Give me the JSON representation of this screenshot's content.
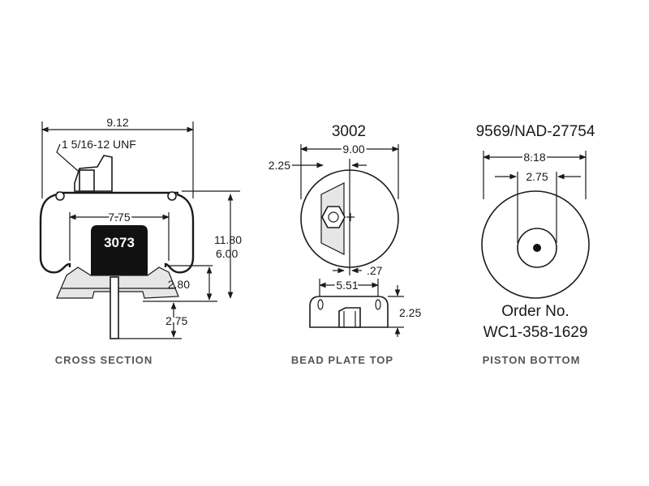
{
  "cross_section": {
    "caption": "CROSS SECTION",
    "overall_width": "9.12",
    "thread_spec": "1 5/16-12 UNF",
    "piston_width": "7.75",
    "model_badge": "3073",
    "height_max": "11.80",
    "height_min": "6.00",
    "piston_height": "2.80",
    "stud_length": "2.75"
  },
  "bead_plate": {
    "caption": "BEAD PLATE TOP",
    "part_number": "3002",
    "diameter": "9.00",
    "offset": "2.25",
    "edge_offset": ".27",
    "stud_spacing": "5.51",
    "plate_height": "2.25"
  },
  "piston_bottom": {
    "caption": "PISTON BOTTOM",
    "part_number": "9569/NAD-27754",
    "diameter": "8.18",
    "inner_diameter": "2.75",
    "order_label": "Order No.",
    "order_number": "WC1-358-1629"
  }
}
